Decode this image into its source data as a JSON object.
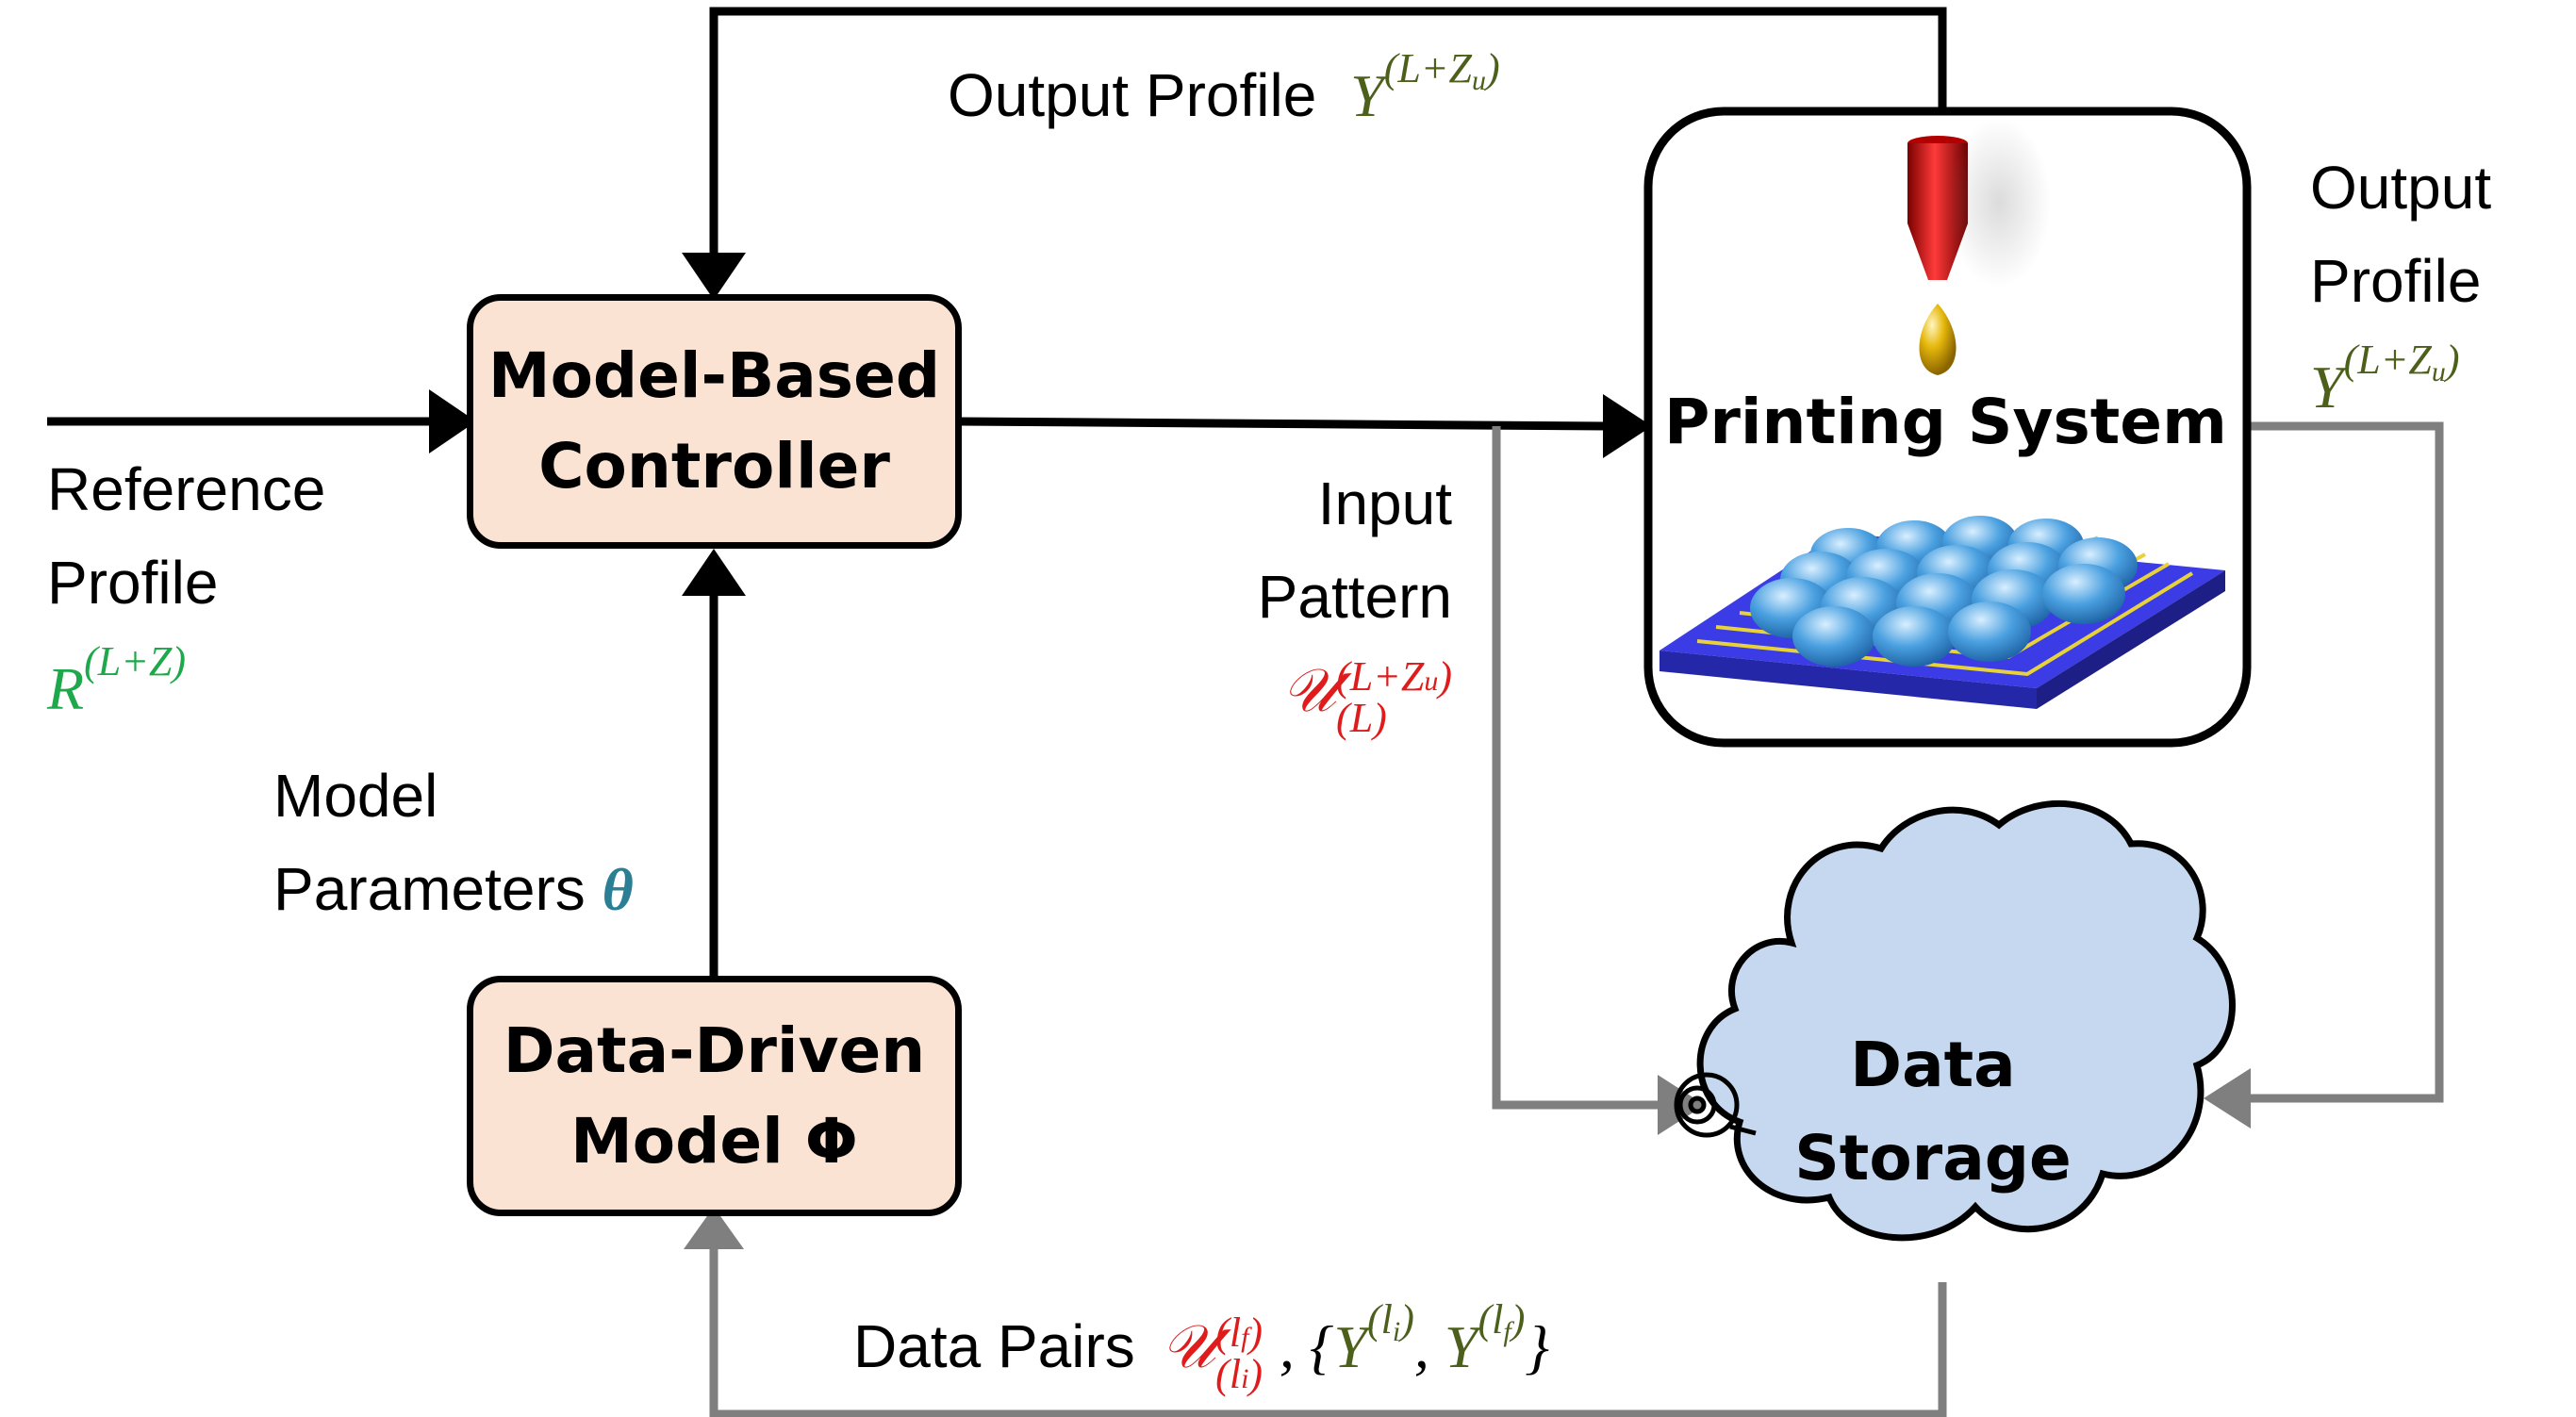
{
  "blocks": {
    "controller": {
      "line1": "Model-Based",
      "line2": "Controller"
    },
    "model": {
      "line1": "Data-Driven",
      "line2": "Model Φ"
    },
    "printing_system": "Printing System",
    "data_storage": {
      "line1": "Data",
      "line2": "Storage"
    }
  },
  "labels": {
    "output_profile_top": {
      "text": "Output Profile",
      "symbol": "Y",
      "sup": "(L+Z",
      "sup_sub": "u",
      "sup_close": ")"
    },
    "output_profile_right": {
      "line1": "Output",
      "line2": "Profile",
      "symbol": "Y",
      "sup": "(L+Z",
      "sup_sub": "u",
      "sup_close": ")"
    },
    "reference_profile": {
      "line1": "Reference",
      "line2": "Profile",
      "symbol": "R",
      "sup": "(L+Z)"
    },
    "input_pattern": {
      "line1": "Input",
      "line2": "Pattern",
      "symbol": "𝒰",
      "sup": "(L+Z",
      "sup_sub": "u",
      "sup_close": ")",
      "sub": "(L)"
    },
    "model_parameters": {
      "line1": "Model",
      "line2": "Parameters",
      "symbol": "θ"
    },
    "data_pairs": {
      "text": "Data Pairs",
      "symbol": "𝒰",
      "sup": "(l",
      "sup_sub": "f",
      "sup_close": ")",
      "sub": "(l",
      "sub_sub": "i",
      "sub_close": ")",
      "set_open": ", {",
      "y1": "Y",
      "y1_sup": "(l",
      "y1_sup_sub": "i",
      "y1_sup_close": ")",
      "comma": ", ",
      "y2": "Y",
      "y2_sup": "(l",
      "y2_sup_sub": "f",
      "y2_sup_close": ")",
      "set_close": "}"
    }
  },
  "colors": {
    "black_arrow": "#000000",
    "gray_arrow": "#7f7f7f",
    "box_fill": "#fbe3d3",
    "cloud_fill": "#c5d8ef",
    "substrate": "#3b3ce6",
    "electrode": "#e8d23a",
    "droplet": "#4aa0e0",
    "nozzle": "#d40f0f",
    "drop": "#e3b20b",
    "green": "#1fa84b",
    "olive": "#4c5f1b",
    "red": "#e01b1b",
    "teal": "#2a7f95"
  },
  "icons": [
    "nozzle-icon",
    "droplet-icon",
    "printed-substrate-icon",
    "cloud-icon",
    "storage-port-icon"
  ]
}
